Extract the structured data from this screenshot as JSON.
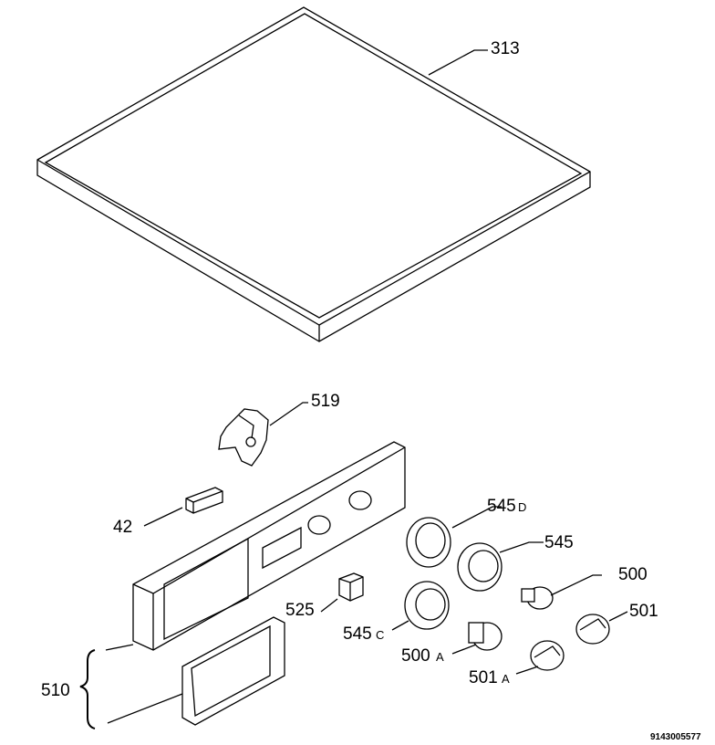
{
  "drawing_code": "9143005577",
  "parts": [
    {
      "id": "lid",
      "label": "313"
    },
    {
      "id": "lever",
      "label": "519"
    },
    {
      "id": "button",
      "label": "42"
    },
    {
      "id": "panel",
      "label": "510"
    },
    {
      "id": "switch",
      "label": "525"
    },
    {
      "id": "bezel-d",
      "label": "545",
      "suffix": "D"
    },
    {
      "id": "bezel",
      "label": "545"
    },
    {
      "id": "bezel-c",
      "label": "545",
      "suffix": "C"
    },
    {
      "id": "knob-500",
      "label": "500"
    },
    {
      "id": "knob-500a",
      "label": "500",
      "suffix": "A"
    },
    {
      "id": "knob-501",
      "label": "501"
    },
    {
      "id": "knob-501a",
      "label": "501",
      "suffix": "A"
    }
  ]
}
